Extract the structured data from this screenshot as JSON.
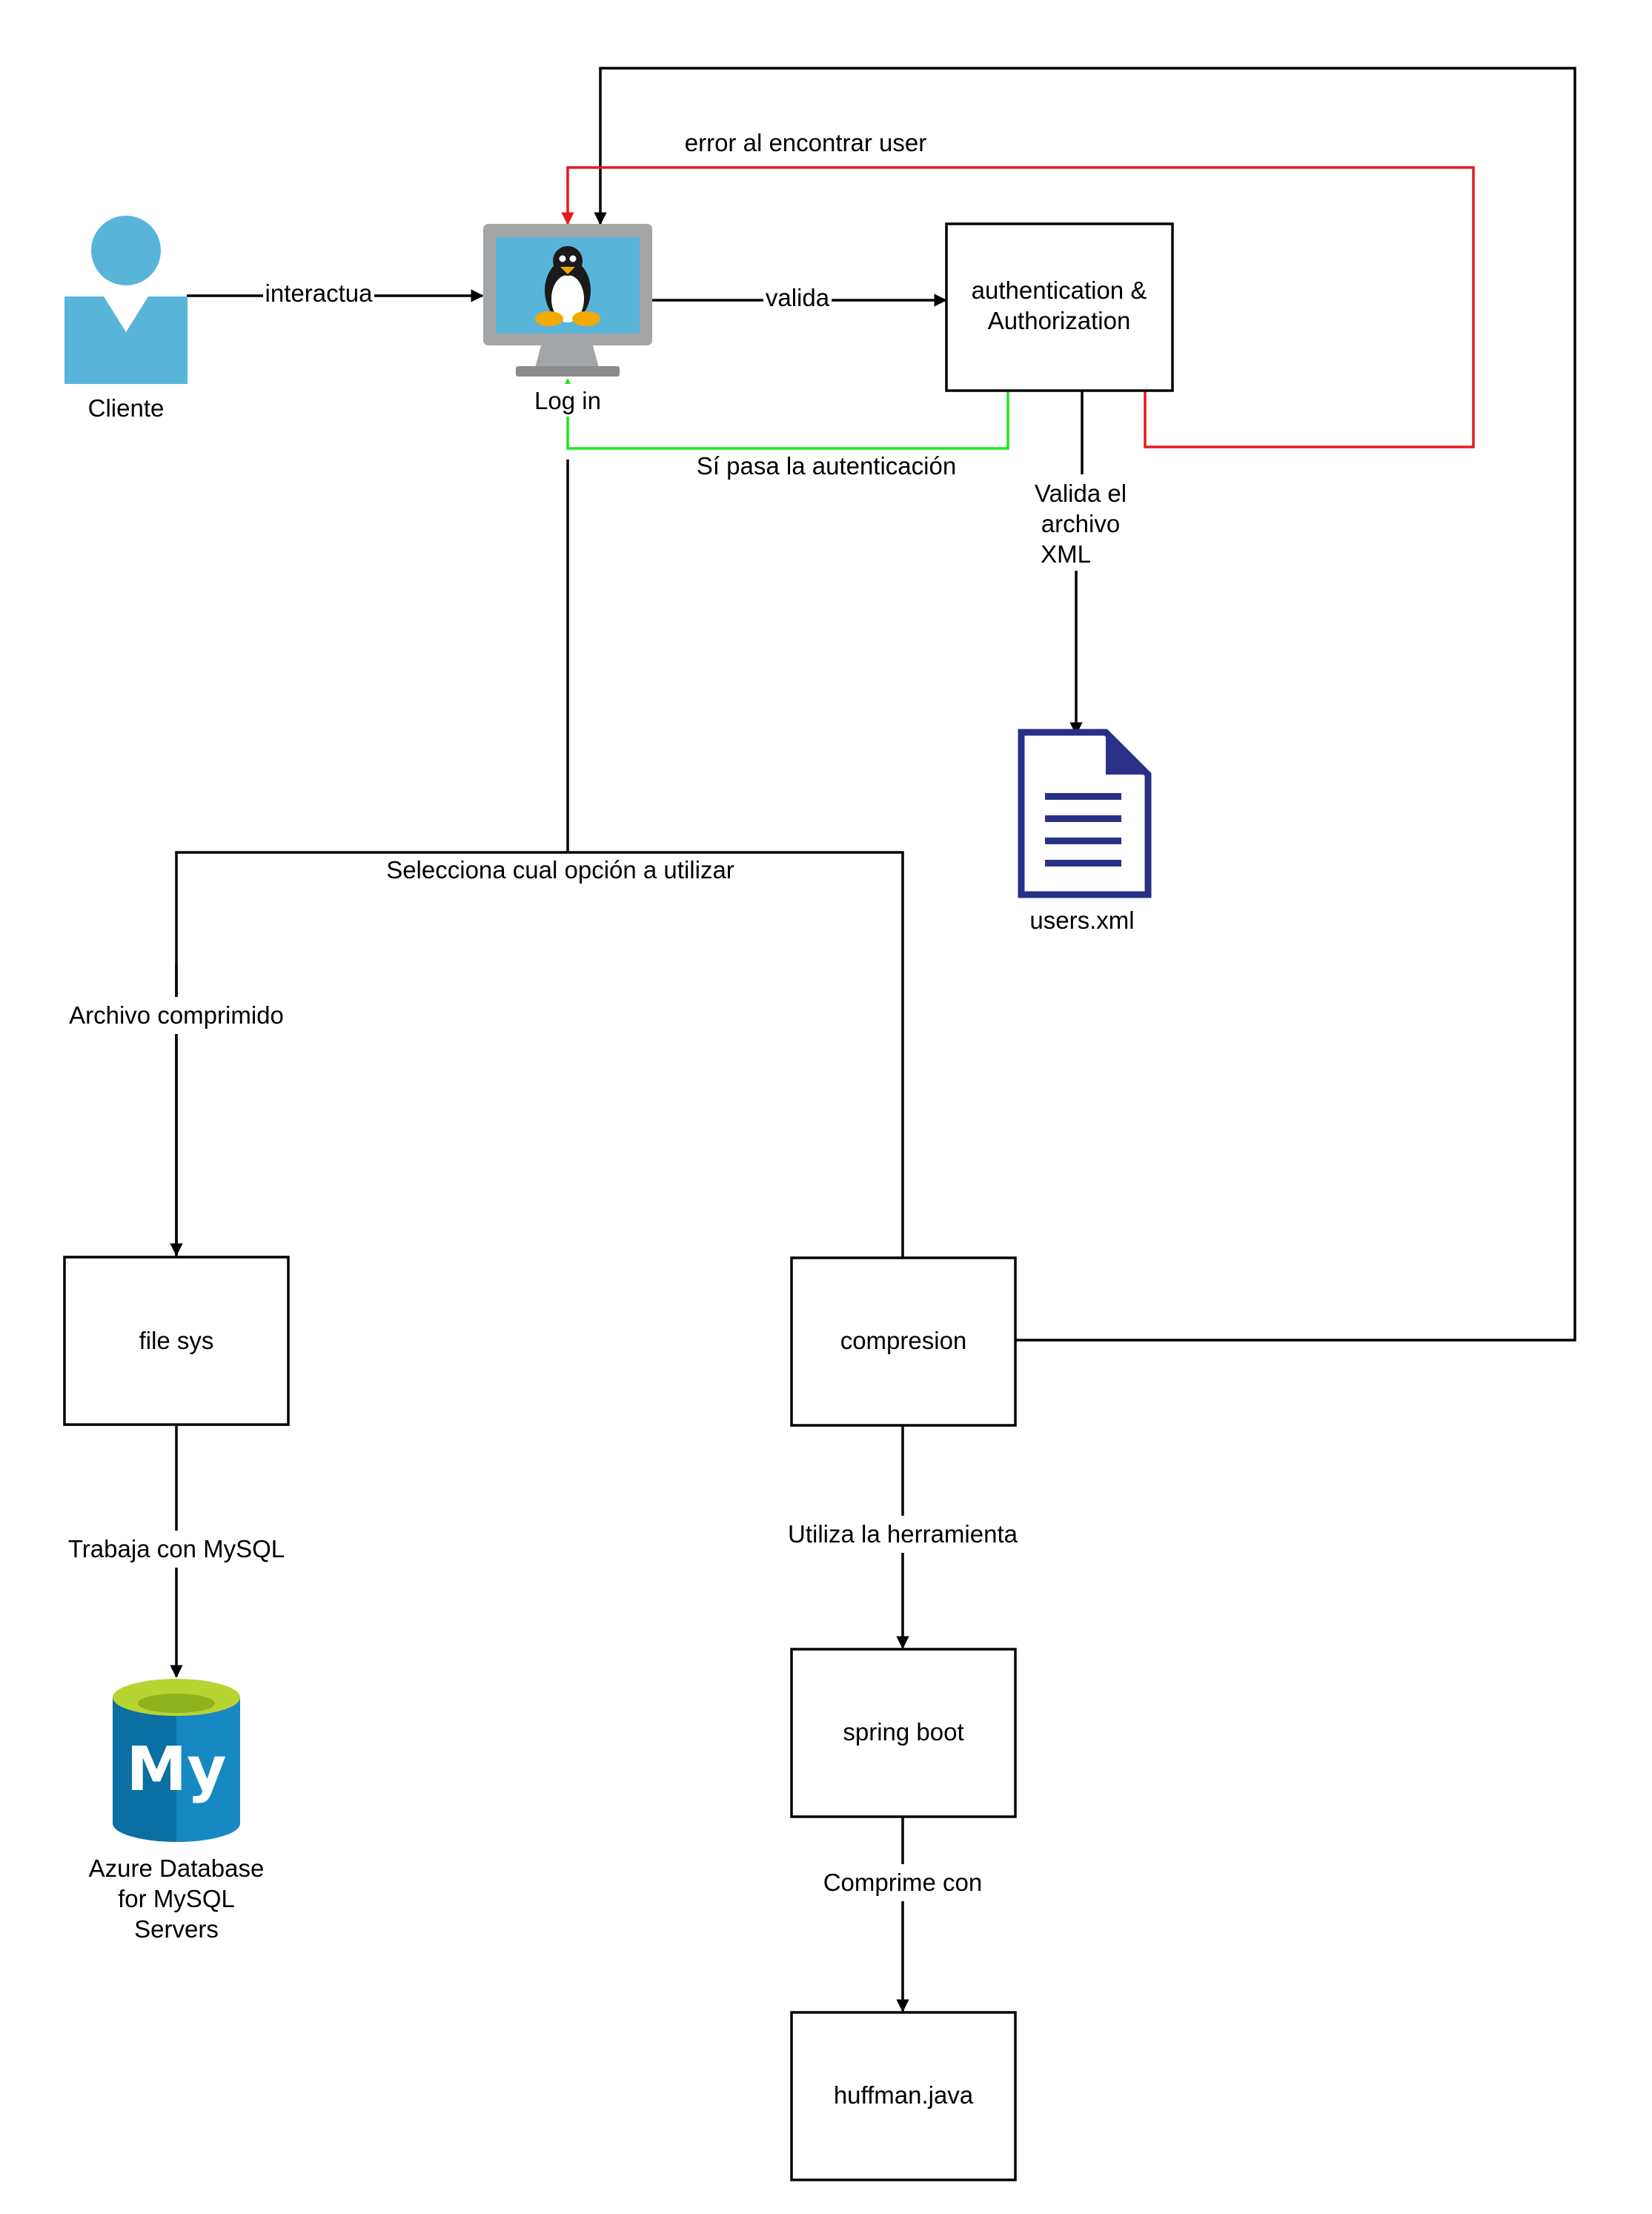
{
  "nodes": {
    "cliente": {
      "label": "Cliente"
    },
    "login": {
      "label": "Log in"
    },
    "auth": {
      "line1": "authentication &",
      "line2": "Authorization"
    },
    "users_xml": {
      "label": "users.xml"
    },
    "file_sys": {
      "label": "file sys"
    },
    "compresion": {
      "label": "compresion"
    },
    "spring_boot": {
      "label": "spring boot"
    },
    "huffman": {
      "label": "huffman.java"
    },
    "azure_db": {
      "line1": "Azure Database",
      "line2": "for MySQL",
      "line3": "Servers",
      "logo_text": "My"
    }
  },
  "edges": {
    "interactua": "interactua",
    "valida": "valida",
    "error": "error al encontrar user",
    "si_pasa": "Sí pasa la autenticación",
    "valida_xml": {
      "line1": "Valida el",
      "line2": "archivo",
      "line3": "XML"
    },
    "selecciona": "Selecciona cual opción a utilizar",
    "archivo_comprimido": "Archivo comprimido",
    "trabaja_mysql": "Trabaja con MySQL",
    "utiliza": "Utiliza la herramienta",
    "comprime": "Comprime con"
  },
  "colors": {
    "line": "#000000",
    "error_line": "#e8191c",
    "success_line": "#1de81d",
    "person_icon": "#59b4d9",
    "document_icon": "#283087",
    "monitor_frame": "#a3a5a7",
    "monitor_screen": "#59b4d9",
    "mysql_blue": "#0a6fa3",
    "mysql_green": "#b8d432"
  }
}
